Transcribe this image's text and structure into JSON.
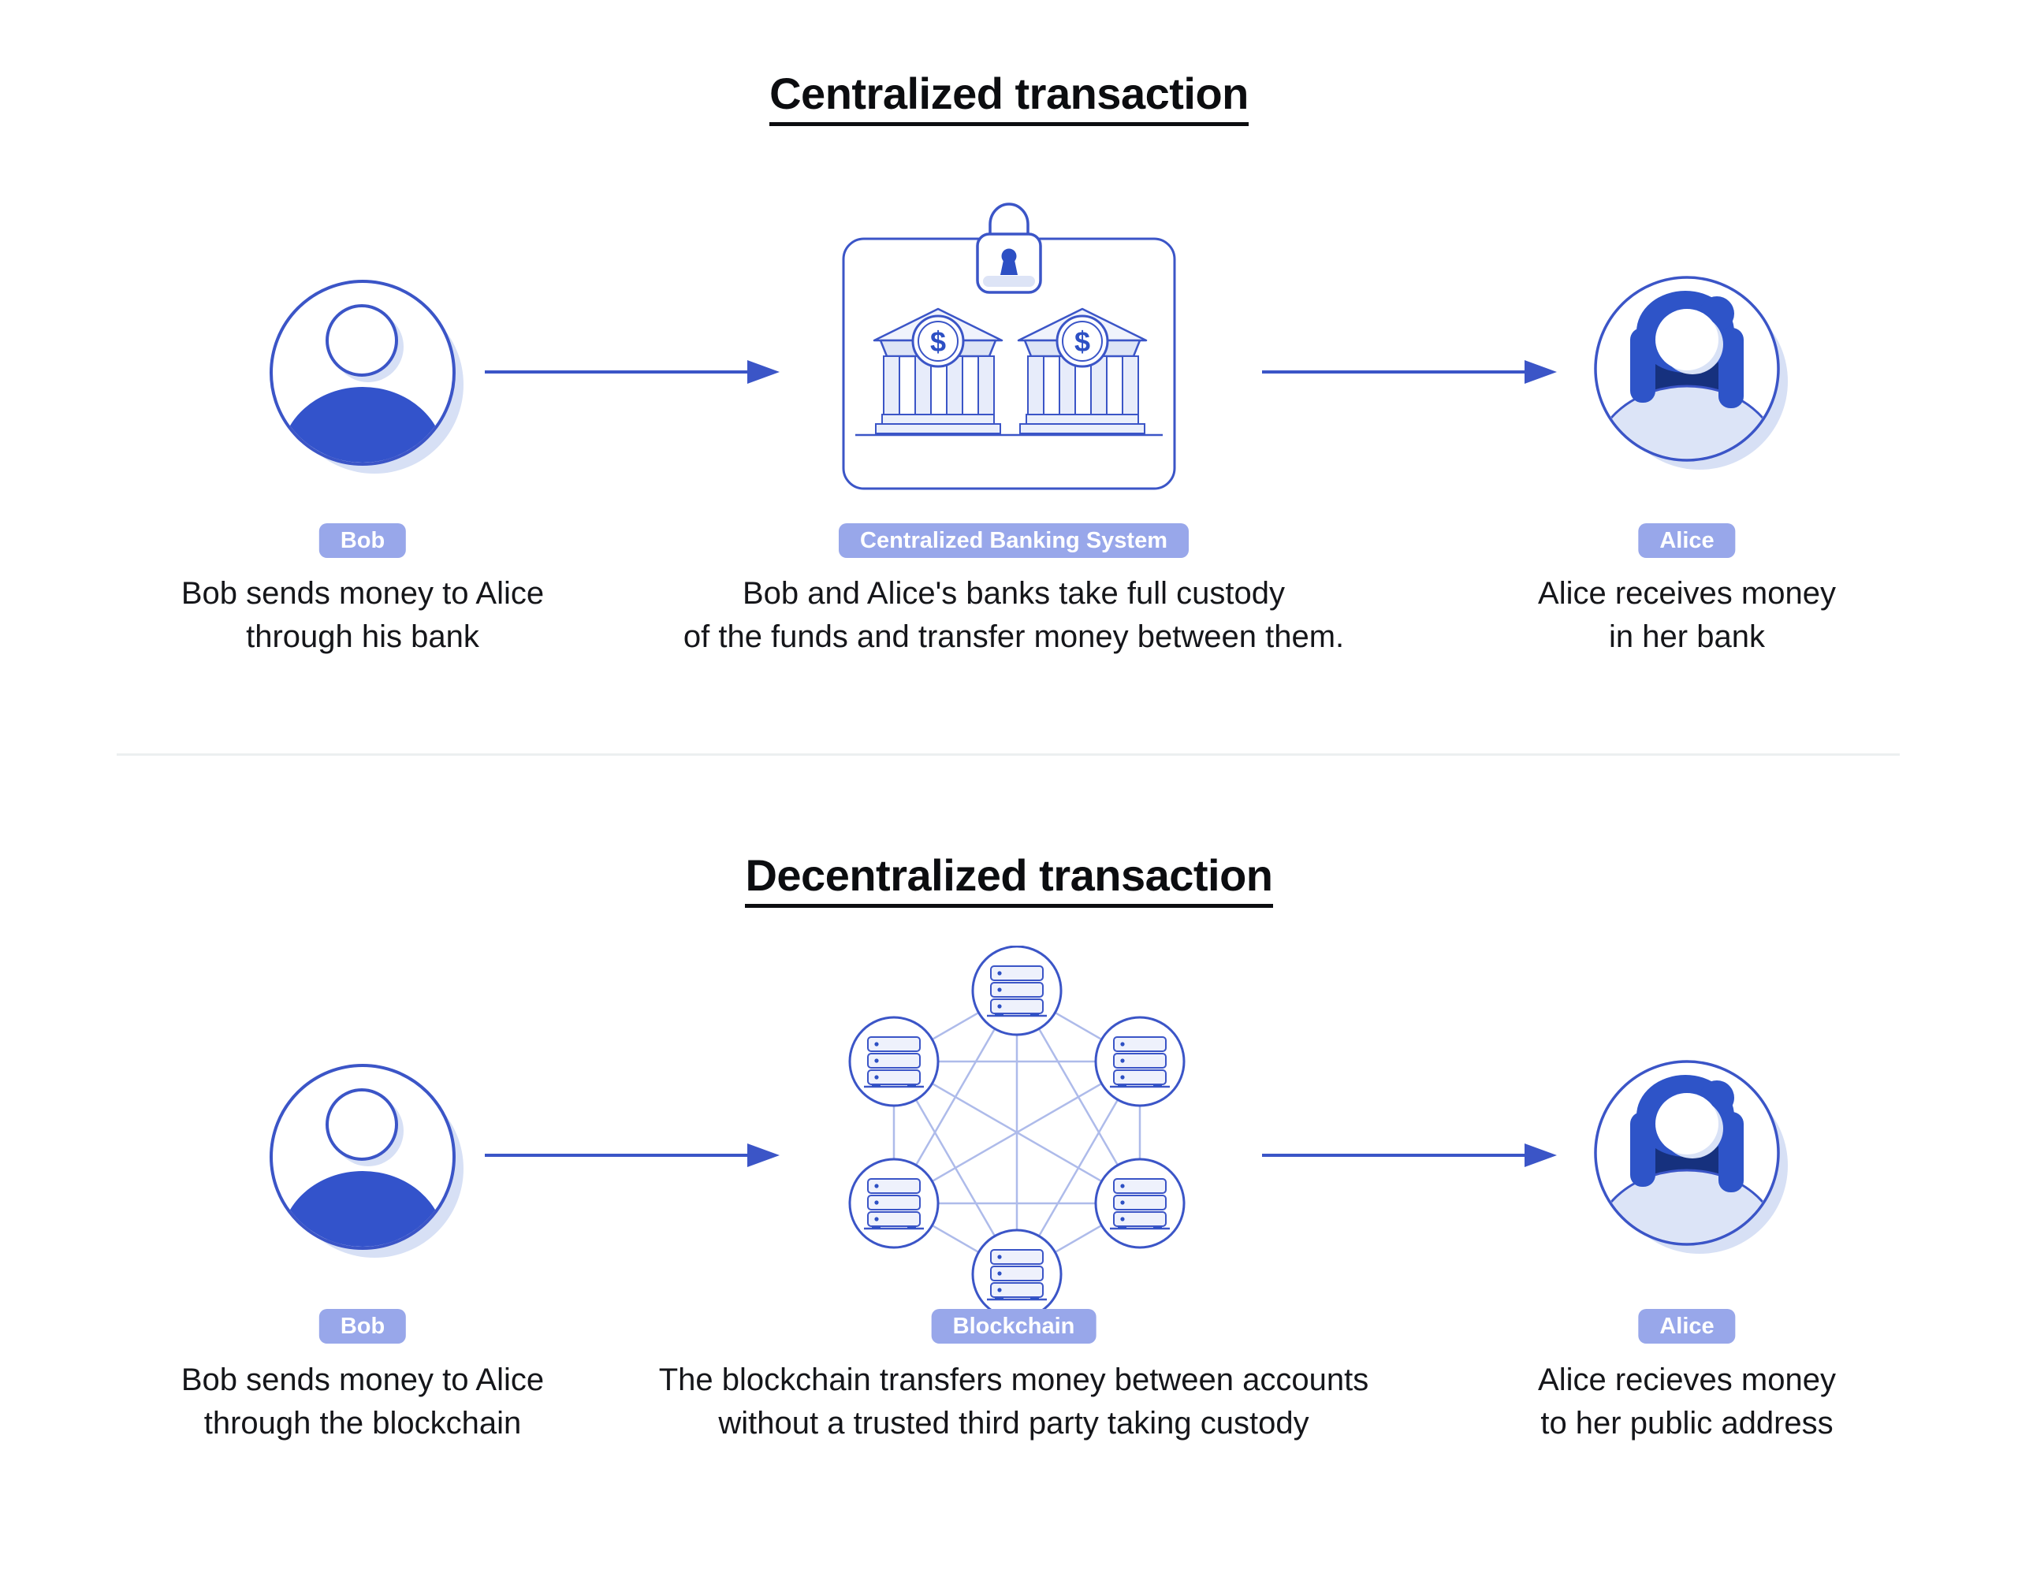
{
  "colors": {
    "primary_blue": "#3b55c7",
    "solid_blue": "#3353cb",
    "badge_lavender": "#98a7ea",
    "light_blue": "#dce4f6",
    "dark_navy": "#16317e",
    "network_edge_blue": "#aebbea",
    "text": "#15161a"
  },
  "bank_emblem_symbol": "$",
  "sections": [
    {
      "title": "Centralized transaction",
      "left": {
        "badge": "Bob",
        "caption": [
          "Bob sends money to Alice",
          "through his bank"
        ]
      },
      "center": {
        "badge": "Centralized Banking System",
        "caption": [
          "Bob and Alice's banks take full custody",
          "of the funds and transfer money between them."
        ]
      },
      "right": {
        "badge": "Alice",
        "caption": [
          "Alice receives money",
          "in her bank"
        ]
      }
    },
    {
      "title": "Decentralized transaction",
      "left": {
        "badge": "Bob",
        "caption": [
          "Bob sends money to Alice",
          "through the blockchain"
        ]
      },
      "center": {
        "badge": "Blockchain",
        "caption": [
          "The blockchain transfers money between accounts",
          "without a trusted third party taking custody"
        ]
      },
      "right": {
        "badge": "Alice",
        "caption": [
          "Alice recieves money",
          "to her public address"
        ]
      }
    }
  ]
}
